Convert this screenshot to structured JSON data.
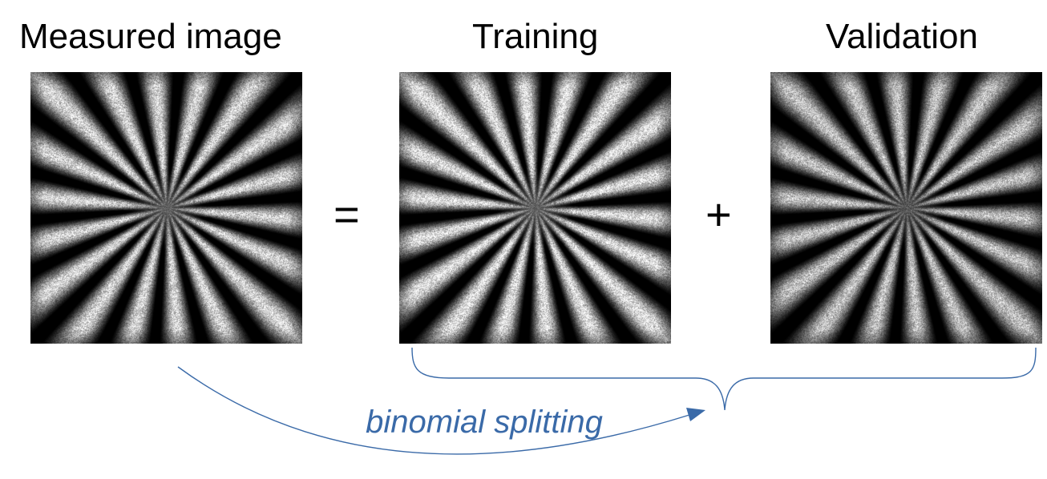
{
  "titles": {
    "measured": "Measured image",
    "training": "Training",
    "validation": "Validation"
  },
  "operators": {
    "equals": "=",
    "plus": "+"
  },
  "caption": "binomial splitting",
  "colors": {
    "text": "#000000",
    "arrow": "#3a6aa8",
    "background": "#ffffff"
  },
  "pattern": {
    "spokes": 18,
    "description_icon": "siemens-star-noisy-image"
  }
}
